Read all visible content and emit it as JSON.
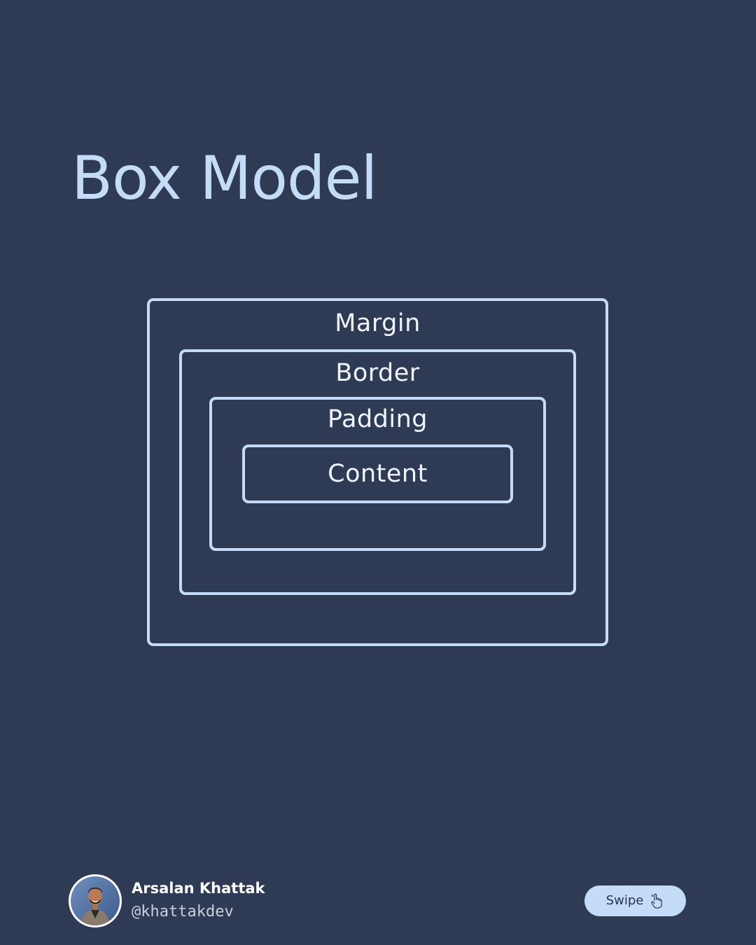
{
  "page": {
    "title": "Box Model"
  },
  "diagram": {
    "layers": [
      {
        "id": "margin",
        "label": "Margin"
      },
      {
        "id": "border",
        "label": "Border"
      },
      {
        "id": "padding",
        "label": "Padding"
      },
      {
        "id": "content",
        "label": "Content"
      }
    ]
  },
  "footer": {
    "author_name": "Arsalan Khattak",
    "author_handle": "@khattakdev",
    "swipe_label": "Swipe",
    "swipe_icon": "pointing-hand-icon",
    "avatar_icon": "avatar-photo"
  },
  "colors": {
    "background": "#2f3b54",
    "accent": "#c4dcf7",
    "label_text": "#f0f4fa"
  }
}
